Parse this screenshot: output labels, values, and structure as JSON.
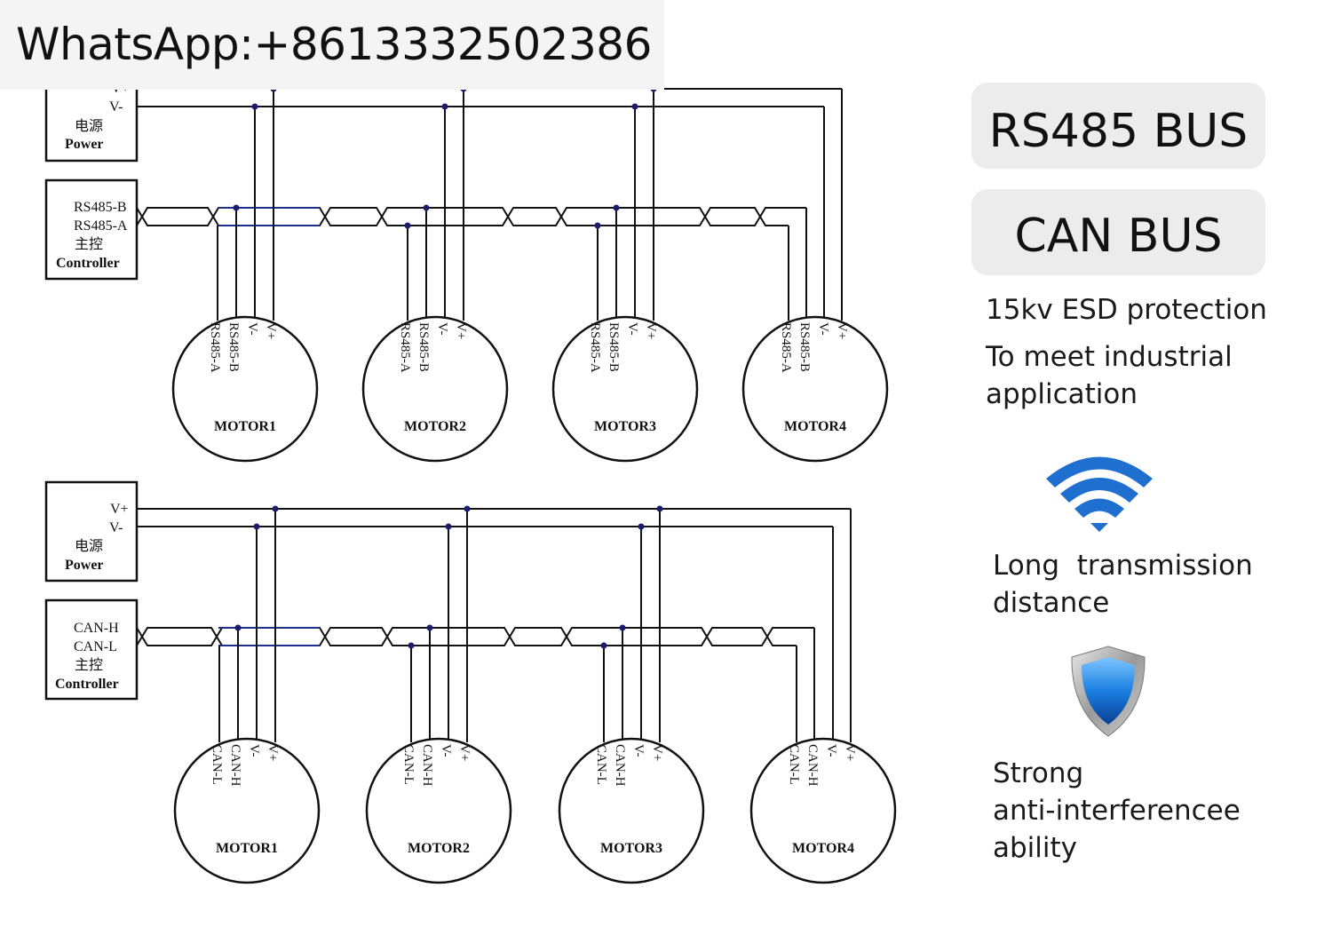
{
  "header": {
    "contact": "WhatsApp:+8613332502386"
  },
  "badges": {
    "rs485": "RS485 BUS",
    "can": "CAN BUS"
  },
  "features": {
    "esd": "15kv ESD protection",
    "industrial": [
      "To meet industrial",
      "application"
    ],
    "long": [
      "Long  transmission",
      "distance"
    ],
    "strong": [
      "Strong",
      "anti-interferencee",
      "ability"
    ]
  },
  "icons": {
    "signal": "wifi-signal-icon",
    "shield": "shield-icon"
  },
  "colors": {
    "accent_blue": "#1f6fd0",
    "wire": "#111111",
    "bus_wire_blue": "#1c2f8c",
    "node_dot": "#1c1c6e"
  },
  "rs485": {
    "power": {
      "pos": "V+",
      "neg": "V-",
      "cn": "电源",
      "en": "Power"
    },
    "controller": {
      "b": "RS485-B",
      "a": "RS485-A",
      "cn": "主控",
      "en": "Controller"
    },
    "pins": [
      "V+",
      "V-",
      "RS485-B",
      "RS485-A"
    ],
    "motors": [
      "MOTOR1",
      "MOTOR2",
      "MOTOR3",
      "MOTOR4"
    ]
  },
  "can": {
    "power": {
      "pos": "V+",
      "neg": "V-",
      "cn": "电源",
      "en": "Power"
    },
    "controller": {
      "h": "CAN-H",
      "l": "CAN-L",
      "cn": "主控",
      "en": "Controller"
    },
    "pins": [
      "V+",
      "V-",
      "CAN-H",
      "CAN-L"
    ],
    "motors": [
      "MOTOR1",
      "MOTOR2",
      "MOTOR3",
      "MOTOR4"
    ]
  }
}
